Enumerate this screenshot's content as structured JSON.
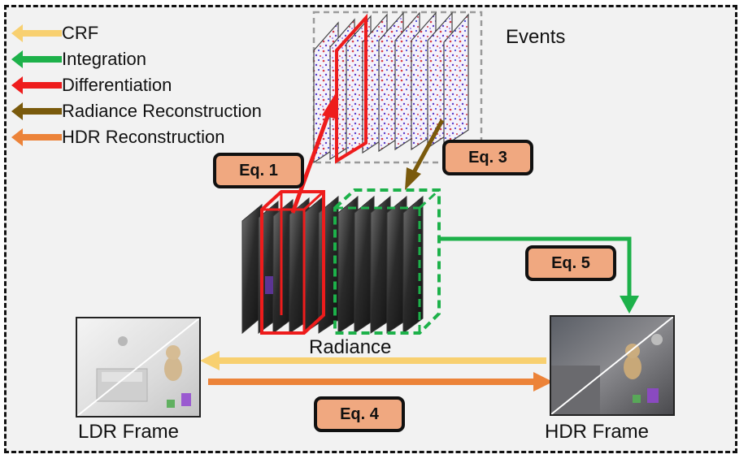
{
  "legend": [
    {
      "label": "CRF",
      "color": "#f8d070"
    },
    {
      "label": "Integration",
      "color": "#1db14a"
    },
    {
      "label": "Differentiation",
      "color": "#ee1c1c"
    },
    {
      "label": "Radiance Reconstruction",
      "color": "#7a5a0c"
    },
    {
      "label": "HDR Reconstruction",
      "color": "#ec8339"
    }
  ],
  "labels": {
    "events": "Events",
    "radiance": "Radiance",
    "ldr_frame": "LDR Frame",
    "hdr_frame": "HDR Frame"
  },
  "equations": {
    "eq1": "Eq. 1",
    "eq3": "Eq. 3",
    "eq4": "Eq. 4",
    "eq5": "Eq. 5"
  },
  "colors": {
    "crf": "#f8d070",
    "integration": "#1db14a",
    "differentiation": "#ee1c1c",
    "radiance_reconstruction": "#7a5a0c",
    "hdr_reconstruction": "#ec8339",
    "equation_box": "#f0a880"
  }
}
